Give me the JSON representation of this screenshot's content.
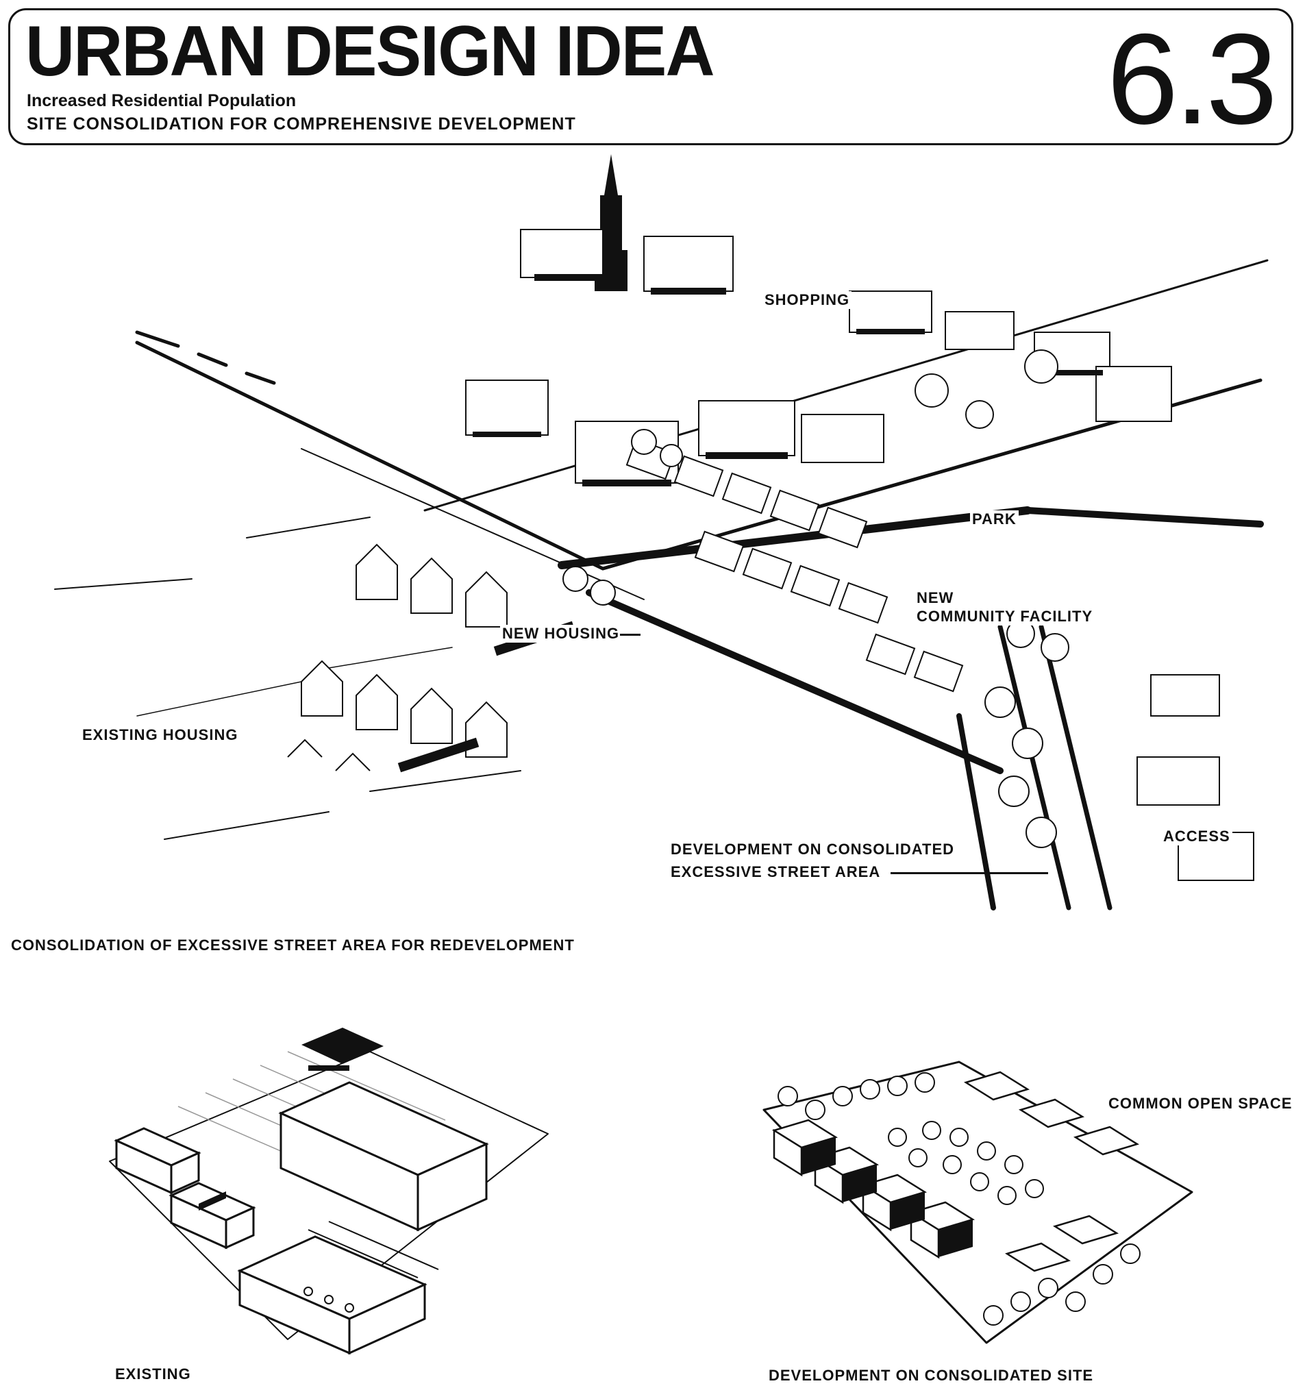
{
  "header": {
    "title": "URBAN DESIGN IDEA",
    "number": "6.3",
    "subtitle": "Increased Residential Population",
    "tagline": "SITE CONSOLIDATION FOR COMPREHENSIVE DEVELOPMENT"
  },
  "main_sketch": {
    "labels": {
      "shopping": "SHOPPING",
      "park": "PARK",
      "new": "NEW",
      "community_facility": "COMMUNITY FACILITY",
      "new_housing": "NEW HOUSING",
      "existing_housing": "EXISTING HOUSING",
      "development_line1": "DEVELOPMENT ON CONSOLIDATED",
      "development_line2": "EXCESSIVE STREET AREA",
      "access": "ACCESS"
    },
    "caption": "CONSOLIDATION OF EXCESSIVE STREET AREA FOR REDEVELOPMENT"
  },
  "existing_sketch": {
    "caption": "EXISTING"
  },
  "consolidated_sketch": {
    "label": "COMMON OPEN SPACE",
    "caption": "DEVELOPMENT ON CONSOLIDATED SITE"
  },
  "colors": {
    "ink": "#111111",
    "paper": "#ffffff"
  }
}
